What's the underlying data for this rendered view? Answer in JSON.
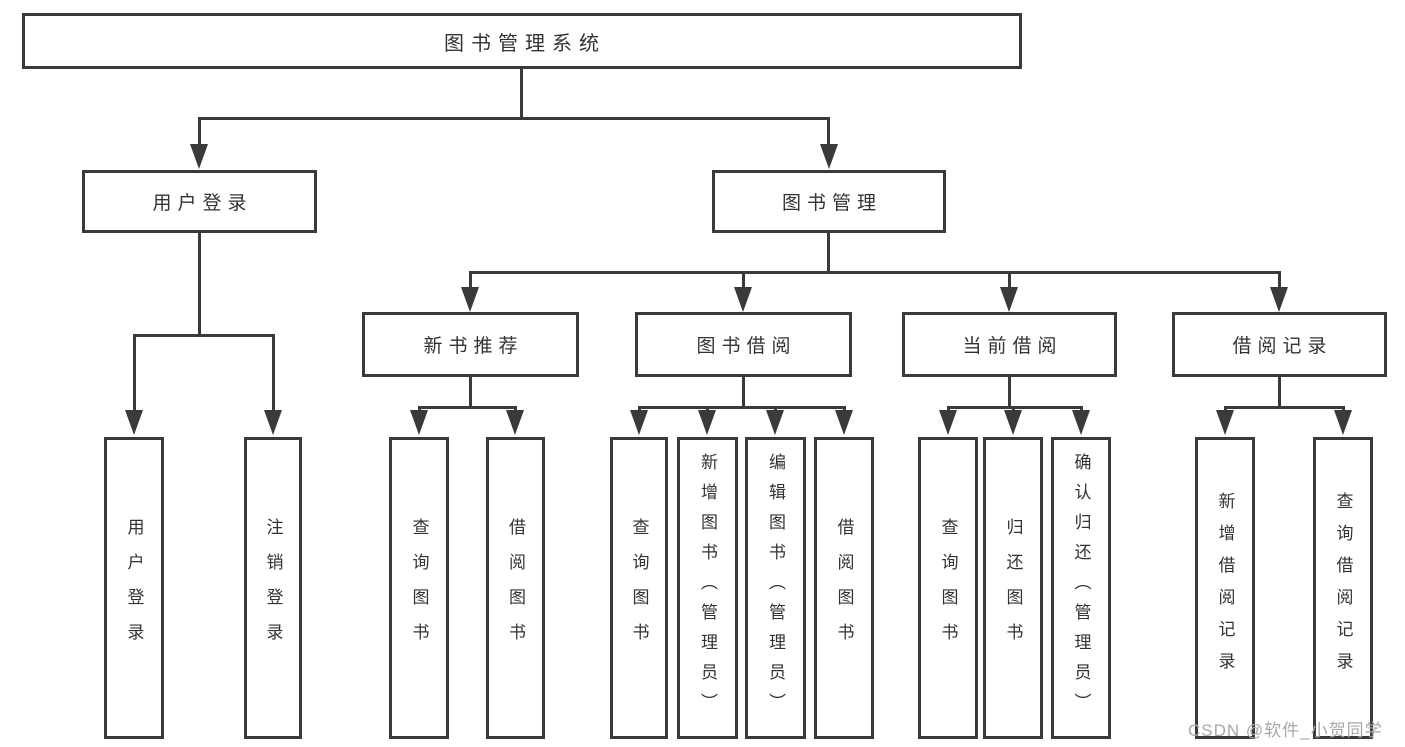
{
  "diagram": {
    "type": "hierarchy-tree",
    "background_color": "#ffffff",
    "line_color": "#3a3a3a",
    "text_color": "#333333",
    "nodes": {
      "root": {
        "label": "图书管理系统"
      },
      "user_login": {
        "label": "用户登录"
      },
      "book_mgmt": {
        "label": "图书管理"
      },
      "leaf_user_login": {
        "label": "用户登录"
      },
      "leaf_logout": {
        "label": "注销登录"
      },
      "new_book_rec": {
        "label": "新书推荐"
      },
      "book_borrow": {
        "label": "图书借阅"
      },
      "current_borrow": {
        "label": "当前借阅"
      },
      "borrow_record": {
        "label": "借阅记录"
      },
      "nb_query": {
        "label": "查询图书"
      },
      "nb_borrow": {
        "label": "借阅图书"
      },
      "bb_query": {
        "label": "查询图书"
      },
      "bb_add": {
        "label": "新增图书（管理员）"
      },
      "bb_edit": {
        "label": "编辑图书（管理员）"
      },
      "bb_borrow": {
        "label": "借阅图书"
      },
      "cb_query": {
        "label": "查询图书"
      },
      "cb_return": {
        "label": "归还图书"
      },
      "cb_confirm": {
        "label": "确认归还（管理员）"
      },
      "br_add": {
        "label": "新增借阅记录"
      },
      "br_query": {
        "label": "查询借阅记录"
      }
    },
    "tree": {
      "root": "图书管理系统",
      "children": [
        {
          "label": "用户登录",
          "children": [
            "用户登录",
            "注销登录"
          ]
        },
        {
          "label": "图书管理",
          "children": [
            {
              "label": "新书推荐",
              "children": [
                "查询图书",
                "借阅图书"
              ]
            },
            {
              "label": "图书借阅",
              "children": [
                "查询图书",
                "新增图书（管理员）",
                "编辑图书（管理员）",
                "借阅图书"
              ]
            },
            {
              "label": "当前借阅",
              "children": [
                "查询图书",
                "归还图书",
                "确认归还（管理员）"
              ]
            },
            {
              "label": "借阅记录",
              "children": [
                "新增借阅记录",
                "查询借阅记录"
              ]
            }
          ]
        }
      ]
    },
    "watermark": {
      "text": "CSDN @软件_小贺同学",
      "color": "#a8a8a8"
    }
  }
}
